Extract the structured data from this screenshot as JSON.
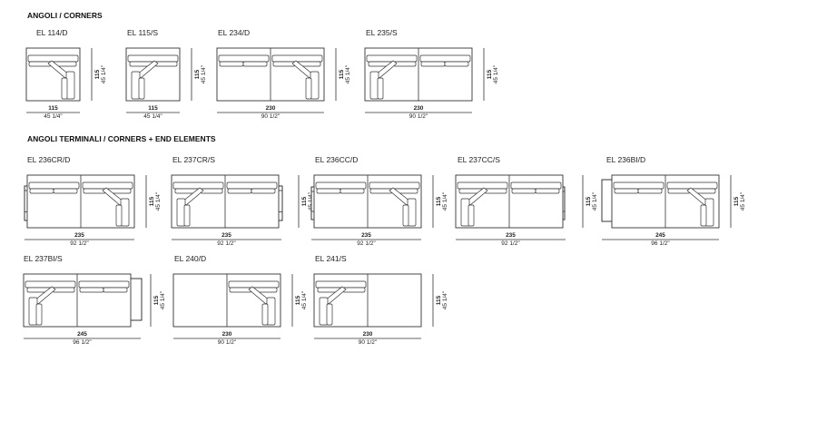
{
  "sections": [
    {
      "title": "ANGOLI / CORNERS",
      "items": [
        {
          "code": "EL 114/D",
          "modules": [
            "corner-right"
          ],
          "end": "none",
          "width_cm": "115",
          "width_in": "45 1/4\"",
          "depth_cm": "115",
          "depth_in": "45 1/4\""
        },
        {
          "code": "EL 115/S",
          "modules": [
            "corner-left"
          ],
          "end": "none",
          "width_cm": "115",
          "width_in": "45 1/4\"",
          "depth_cm": "115",
          "depth_in": "45 1/4\""
        },
        {
          "code": "EL 234/D",
          "modules": [
            "seat",
            "corner-right"
          ],
          "end": "none",
          "width_cm": "230",
          "width_in": "90 1/2\"",
          "depth_cm": "115",
          "depth_in": "45 1/4\""
        },
        {
          "code": "EL 235/S",
          "modules": [
            "corner-left",
            "seat"
          ],
          "end": "none",
          "width_cm": "230",
          "width_in": "90 1/2\"",
          "depth_cm": "115",
          "depth_in": "45 1/4\""
        }
      ]
    },
    {
      "title": "ANGOLI TERMINALI / CORNERS + END ELEMENTS",
      "items": [
        {
          "code": "EL 236CR/D",
          "modules": [
            "seat",
            "corner-right"
          ],
          "end": "arm-left",
          "width_cm": "235",
          "width_in": "92 1/2\"",
          "depth_cm": "115",
          "depth_in": "45 1/4\""
        },
        {
          "code": "EL 237CR/S",
          "modules": [
            "corner-left",
            "seat"
          ],
          "end": "arm-right",
          "width_cm": "235",
          "width_in": "92 1/2\"",
          "depth_cm": "115",
          "depth_in": "45 1/4\""
        },
        {
          "code": "EL 236CC/D",
          "modules": [
            "seat",
            "corner-right"
          ],
          "end": "thin-arm-left",
          "width_cm": "235",
          "width_in": "92 1/2\"",
          "depth_cm": "115",
          "depth_in": "45 1/4\""
        },
        {
          "code": "EL 237CC/S",
          "modules": [
            "corner-left",
            "seat"
          ],
          "end": "thin-arm-right",
          "width_cm": "235",
          "width_in": "92 1/2\"",
          "depth_cm": "115",
          "depth_in": "45 1/4\""
        },
        {
          "code": "EL 236BI/D",
          "modules": [
            "seat",
            "corner-right"
          ],
          "end": "wide-arm-left",
          "width_cm": "245",
          "width_in": "96 1/2\"",
          "depth_cm": "115",
          "depth_in": "45 1/4\""
        },
        {
          "code": "EL 237BI/S",
          "modules": [
            "corner-left",
            "seat"
          ],
          "end": "wide-arm-right",
          "width_cm": "245",
          "width_in": "96 1/2\"",
          "depth_cm": "115",
          "depth_in": "45 1/4\""
        },
        {
          "code": "EL 240/D",
          "modules": [
            "empty",
            "corner-right"
          ],
          "end": "none",
          "width_cm": "230",
          "width_in": "90 1/2\"",
          "depth_cm": "115",
          "depth_in": "45 1/4\""
        },
        {
          "code": "EL 241/S",
          "modules": [
            "corner-left",
            "empty"
          ],
          "end": "none",
          "width_cm": "230",
          "width_in": "90 1/2\"",
          "depth_cm": "115",
          "depth_in": "45 1/4\""
        }
      ]
    }
  ]
}
